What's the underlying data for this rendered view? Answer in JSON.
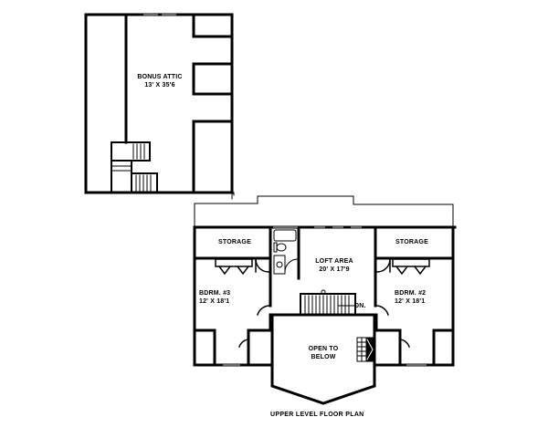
{
  "plan": {
    "title": "UPPER LEVEL FLOOR PLAN",
    "colors": {
      "wall": "#000000",
      "background": "#ffffff"
    }
  },
  "rooms": {
    "bonus_attic": {
      "name": "BONUS ATTIC",
      "size": "13' X 35'6"
    },
    "storage_left": {
      "name": "STORAGE"
    },
    "storage_right": {
      "name": "STORAGE"
    },
    "loft": {
      "name": "LOFT AREA",
      "size": "20' X 17'9"
    },
    "bedroom_3": {
      "name": "BDRM. #3",
      "size": "12' X 18'1"
    },
    "bedroom_2": {
      "name": "BDRM. #2",
      "size": "12' X 18'1"
    },
    "open_to_below": {
      "line1": "OPEN TO",
      "line2": "BELOW"
    }
  },
  "annotations": {
    "stair_down": "DN."
  }
}
